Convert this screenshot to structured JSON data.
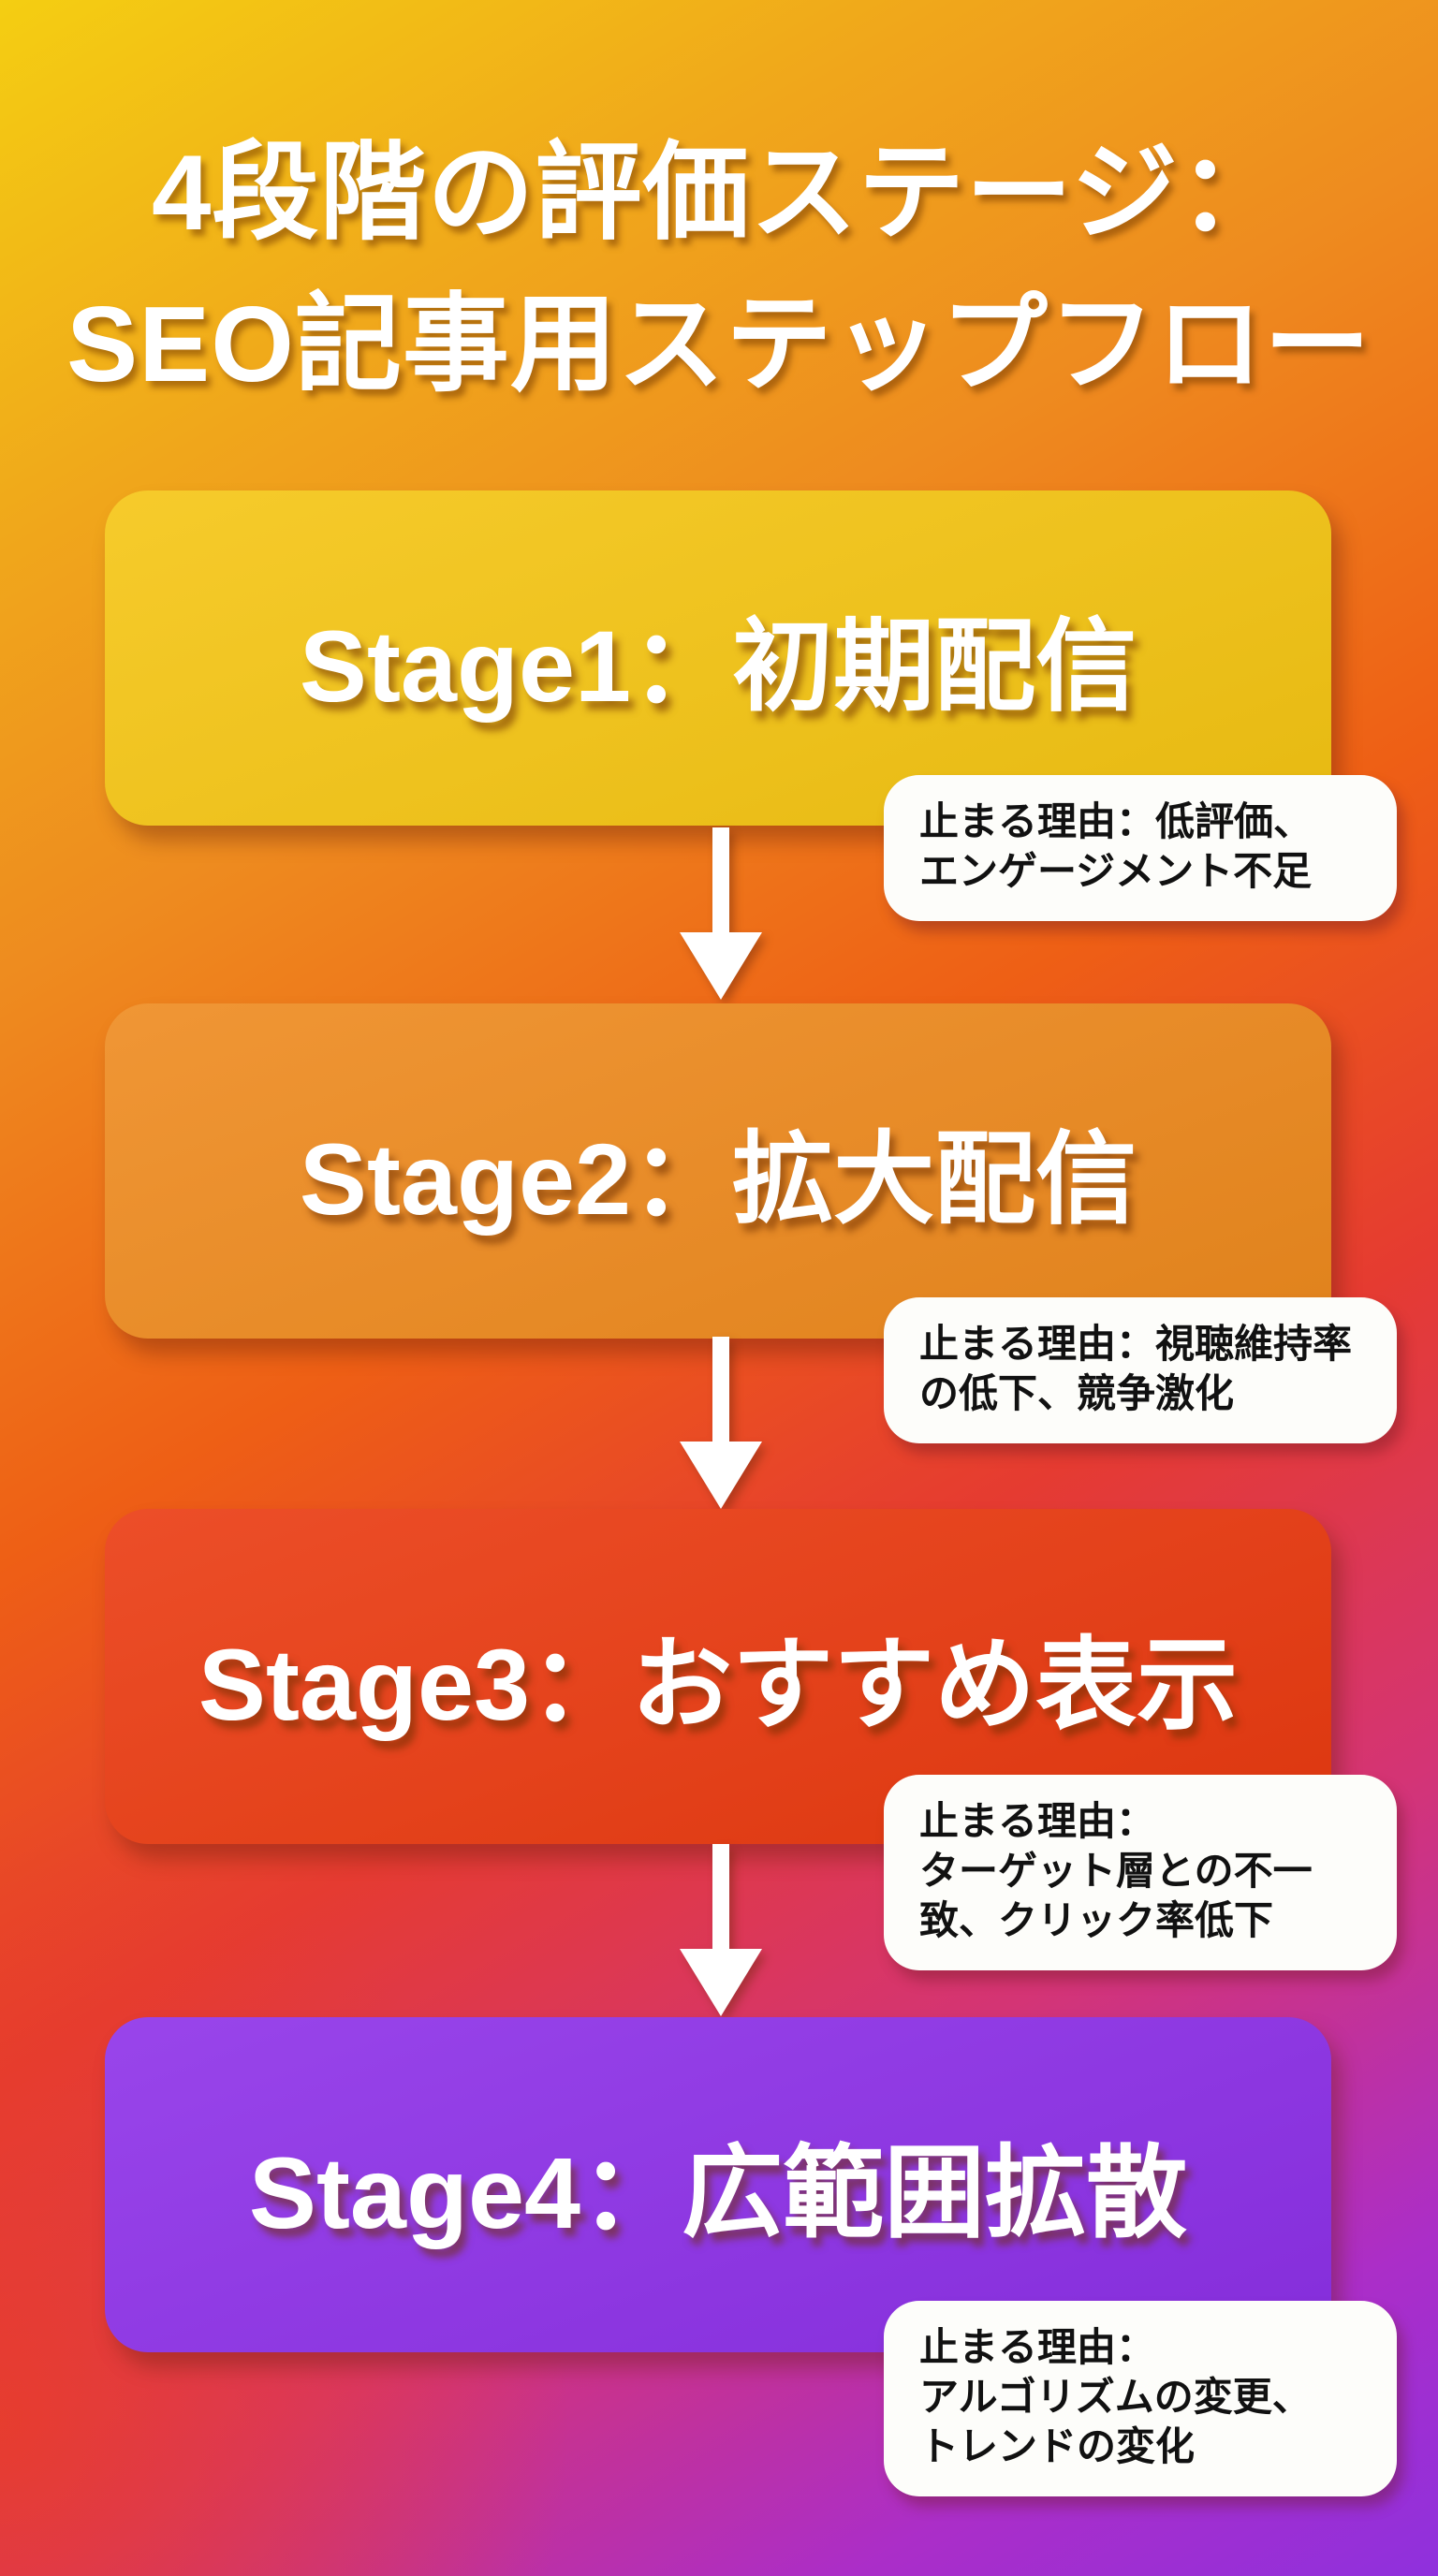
{
  "title": {
    "line1": "4段階の評価ステージ：",
    "line2": "SEO記事用ステップフロー"
  },
  "stages": [
    {
      "label": "Stage1：初期配信",
      "color": "#f5c513",
      "note_lines": [
        "止まる理由：低評価、",
        "エンゲージメント不足"
      ]
    },
    {
      "label": "Stage2：拡大配信",
      "color": "#ee8a1e",
      "note_lines": [
        "止まる理由：視聴維持率",
        "の低下、競争激化"
      ]
    },
    {
      "label": "Stage3：おすすめ表示",
      "color": "#ea3a10",
      "note_lines": [
        "止まる理由：",
        "ターゲット層との不一",
        "致、クリック率低下"
      ]
    },
    {
      "label": "Stage4：広範囲拡散",
      "color": "#8d30e8",
      "note_lines": [
        "止まる理由：",
        "アルゴリズムの変更、",
        "トレンドの変化"
      ]
    }
  ],
  "icons": {
    "down_arrow": "down-arrow"
  },
  "colors": {
    "background_gradient": [
      "#f4ce12",
      "#ee8b1f",
      "#ee5f15",
      "#e53b31",
      "#d43475",
      "#8f30dd"
    ],
    "note_background": "#fdfdfa",
    "note_text": "#111111",
    "stage_text": "#ffffff",
    "arrow": "#ffffff"
  }
}
